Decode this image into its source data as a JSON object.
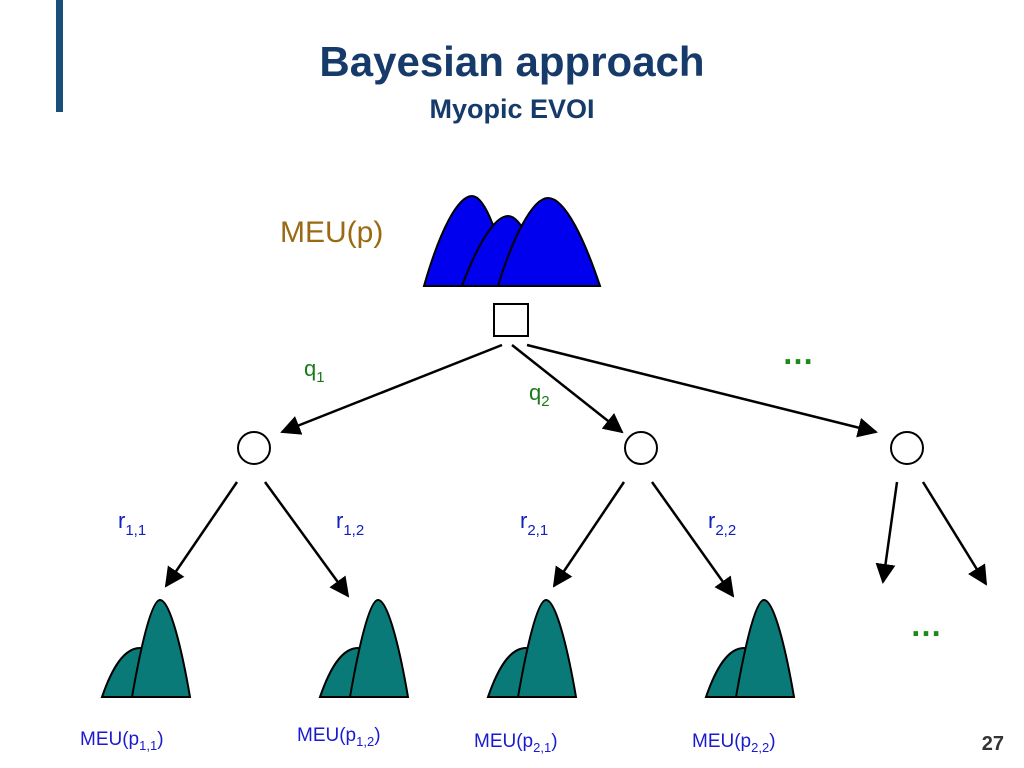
{
  "slide": {
    "title": "Bayesian approach",
    "subtitle": "Myopic EVOI",
    "page_number": "27"
  },
  "colors": {
    "title": "#163a6a",
    "root_distribution": "#0000ee",
    "leaf_distribution": "#0a7a78",
    "question_label": "#1a7a1a",
    "response_label": "#1020c0",
    "meu_label": "#1a1ad0",
    "root_meu_label": "#9a6a12"
  },
  "diagram": {
    "root_label": "MEU(p)",
    "questions": [
      {
        "base": "q",
        "sub": "1"
      },
      {
        "base": "q",
        "sub": "2"
      }
    ],
    "ellipsis_top": "…",
    "ellipsis_bottom": "…",
    "responses": [
      {
        "base": "r",
        "sub": "1,1"
      },
      {
        "base": "r",
        "sub": "1,2"
      },
      {
        "base": "r",
        "sub": "2,1"
      },
      {
        "base": "r",
        "sub": "2,2"
      }
    ],
    "leaves": [
      {
        "prefix": "MEU(p",
        "sub": "1,1",
        "suffix": ")"
      },
      {
        "prefix": "MEU(p",
        "sub": "1,2",
        "suffix": ")"
      },
      {
        "prefix": "MEU(p",
        "sub": "2,1",
        "suffix": ")"
      },
      {
        "prefix": "MEU(p",
        "sub": "2,2",
        "suffix": ")"
      }
    ]
  }
}
